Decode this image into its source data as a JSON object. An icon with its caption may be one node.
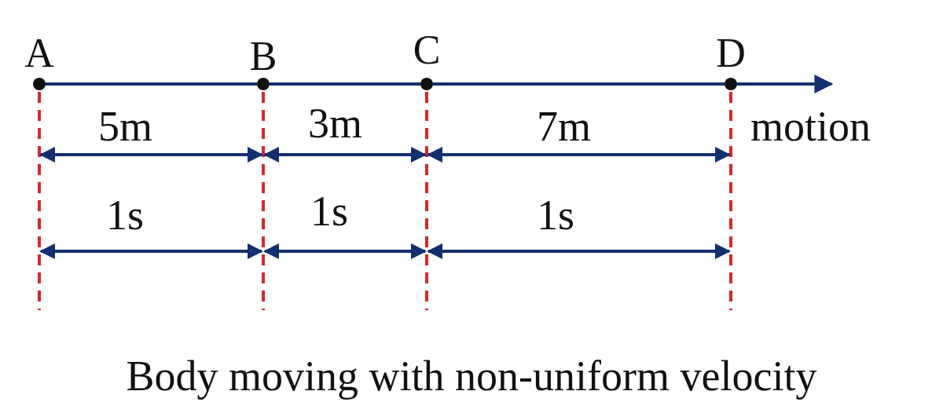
{
  "diagram": {
    "caption": "Body moving with non-uniform velocity",
    "nodes": [
      {
        "text": [
          "A"
        ]
      },
      {
        "text": [
          "B"
        ]
      },
      {
        "text": [
          "C"
        ]
      },
      {
        "text": [
          "D"
        ]
      }
    ],
    "edges": [
      {
        "from": 0,
        "to": 1,
        "arrow": "none"
      },
      {
        "from": 1,
        "to": 2,
        "arrow": "none"
      },
      {
        "from": 2,
        "to": 3,
        "arrow": "none"
      },
      {
        "from": 3,
        "to": null,
        "arrow": "to"
      }
    ],
    "labels": [
      "5m",
      "3m",
      "7m",
      "1s",
      "1s",
      "1s",
      "motion"
    ]
  }
}
